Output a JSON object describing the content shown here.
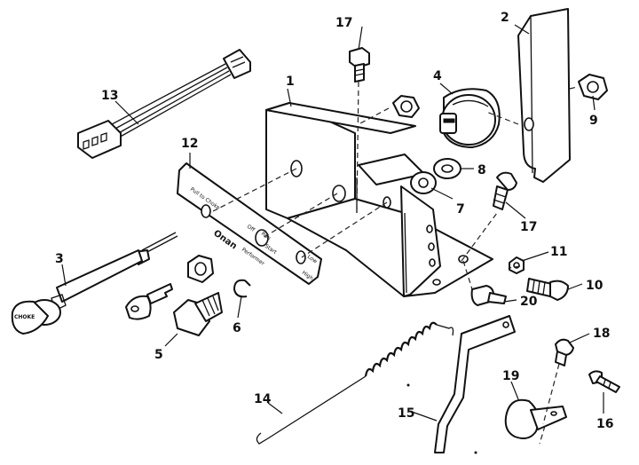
{
  "callouts": {
    "c1": "1",
    "c2": "2",
    "c3": "3",
    "c4": "4",
    "c5": "5",
    "c6": "6",
    "c7": "7",
    "c8": "8",
    "c9": "9",
    "c10": "10",
    "c11": "11",
    "c12": "12",
    "c13": "13",
    "c14": "14",
    "c15": "15",
    "c16": "16",
    "c17a": "17",
    "c17b": "17",
    "c18": "18",
    "c19": "19",
    "c20": "20"
  },
  "plate_labels": {
    "pull_to_choke": "Pull to Choke",
    "off": "Off",
    "run": "Run",
    "start": "Start",
    "low": "Low",
    "high": "High",
    "brand": "Onan",
    "brand_sub": "Performer"
  },
  "choke_knob_label": "CHOKE"
}
